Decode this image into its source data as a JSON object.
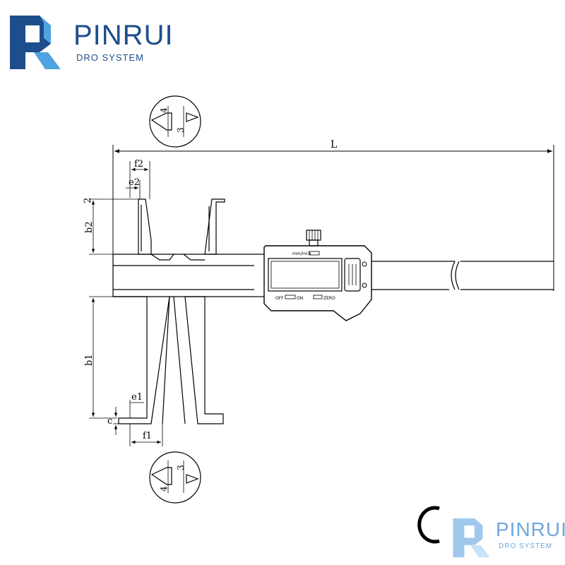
{
  "brand": {
    "name": "PINRUI",
    "subtitle": "DRO SYSTEM",
    "color": "#1d4e8c",
    "icon_dark": "#1d4e8c",
    "icon_light": "#4fa3e0"
  },
  "dimensions": {
    "L": "L",
    "f2": "f2",
    "e2": "e2",
    "two": "2",
    "b2": "b2",
    "b1": "b1",
    "e1": "e1",
    "c": "c",
    "f1": "f1"
  },
  "detail_top": {
    "d4": "4",
    "d3": "3"
  },
  "detail_bottom": {
    "d3": "3",
    "d4": "4"
  },
  "display": {
    "unit_label": "mm/inch",
    "off_label": "OFF",
    "on_label": "ON",
    "zero_label": "ZERO"
  },
  "mark": {
    "ce_text": "C"
  }
}
